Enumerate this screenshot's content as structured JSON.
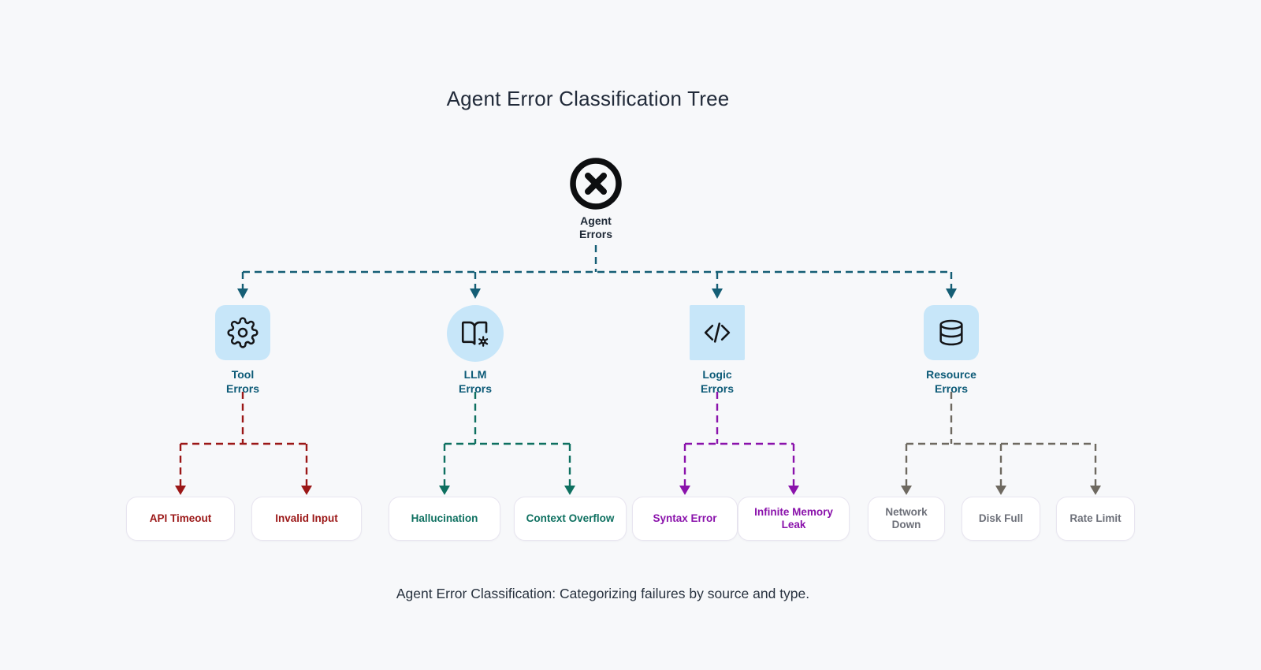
{
  "title": "Agent Error Classification Tree",
  "caption": "Agent Error Classification: Categorizing failures by source and type.",
  "root": {
    "label": "Agent\nErrors",
    "icon": "circle-x-icon"
  },
  "branches": [
    {
      "id": "tool",
      "label": "Tool\nErrors",
      "icon": "gear-icon",
      "branch_color": "#9b1717",
      "children": [
        "API Timeout",
        "Invalid Input"
      ]
    },
    {
      "id": "llm",
      "label": "LLM\nErrors",
      "icon": "book-cog-icon",
      "branch_color": "#0e7060",
      "children": [
        "Hallucination",
        "Context Overflow"
      ]
    },
    {
      "id": "logic",
      "label": "Logic\nErrors",
      "icon": "code-icon",
      "branch_color": "#8a12ab",
      "children": [
        "Syntax Error",
        "Infinite Memory Leak"
      ]
    },
    {
      "id": "resource",
      "label": "Resource\nErrors",
      "icon": "database-icon",
      "branch_color": "#6e6960",
      "children": [
        "Network Down",
        "Disk Full",
        "Rate Limit"
      ]
    }
  ],
  "colors": {
    "background": "#f7f8fa",
    "connector_teal": "#155e75",
    "branch_label": "#0c5a77",
    "tile_blue": "#c7e6f9",
    "red": "#9b1717",
    "green": "#0e7060",
    "purple": "#8a12ab",
    "gray": "#6e6960",
    "gray_text": "#6d7079",
    "leaf_background": "#ffffff",
    "leaf_border": "#e8e5f0",
    "icon_stroke": "#141518",
    "title_text": "#222b3a"
  }
}
